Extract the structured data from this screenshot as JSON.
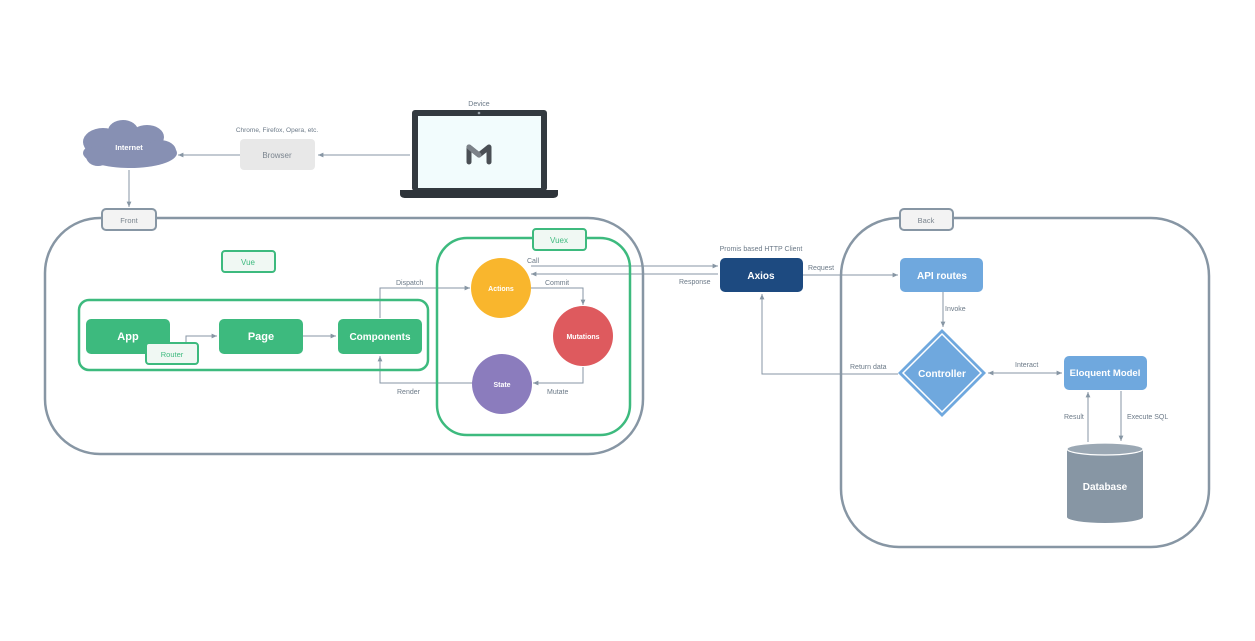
{
  "device": {
    "label": "Device"
  },
  "browser": {
    "label": "Browser",
    "caption": "Chrome, Firefox, Opera, etc."
  },
  "internet": {
    "label": "Internet"
  },
  "front": {
    "label": "Front",
    "vue_label": "Vue",
    "app_label": "App",
    "router_label": "Router",
    "page_label": "Page",
    "components_label": "Components",
    "vuex": {
      "label": "Vuex",
      "actions_label": "Actions",
      "mutations_label": "Mutations",
      "state_label": "State",
      "call_label": "Call",
      "commit_label": "Commit",
      "mutate_label": "Mutate"
    },
    "dispatch_label": "Dispatch",
    "render_label": "Render"
  },
  "axios": {
    "label": "Axios",
    "caption": "Promis based HTTP Client",
    "response_label": "Response"
  },
  "back": {
    "label": "Back",
    "api_routes_label": "API routes",
    "request_label": "Request",
    "invoke_label": "Invoke",
    "controller_label": "Controller",
    "return_data_label": "Return data",
    "interact_label": "Interact",
    "eloquent_label": "Eloquent Model",
    "result_label": "Result",
    "execute_sql_label": "Execute SQL",
    "database_label": "Database"
  },
  "colors": {
    "green": "#3dba7e",
    "container": "#8796a4",
    "actions": "#f9b62d",
    "mutations": "#de5a5e",
    "state": "#8b7cbd",
    "axios": "#1d4a80",
    "api": "#6fa8de",
    "database": "#8796a4",
    "internet": "#8790b3",
    "browser": "#e8e8e8"
  }
}
